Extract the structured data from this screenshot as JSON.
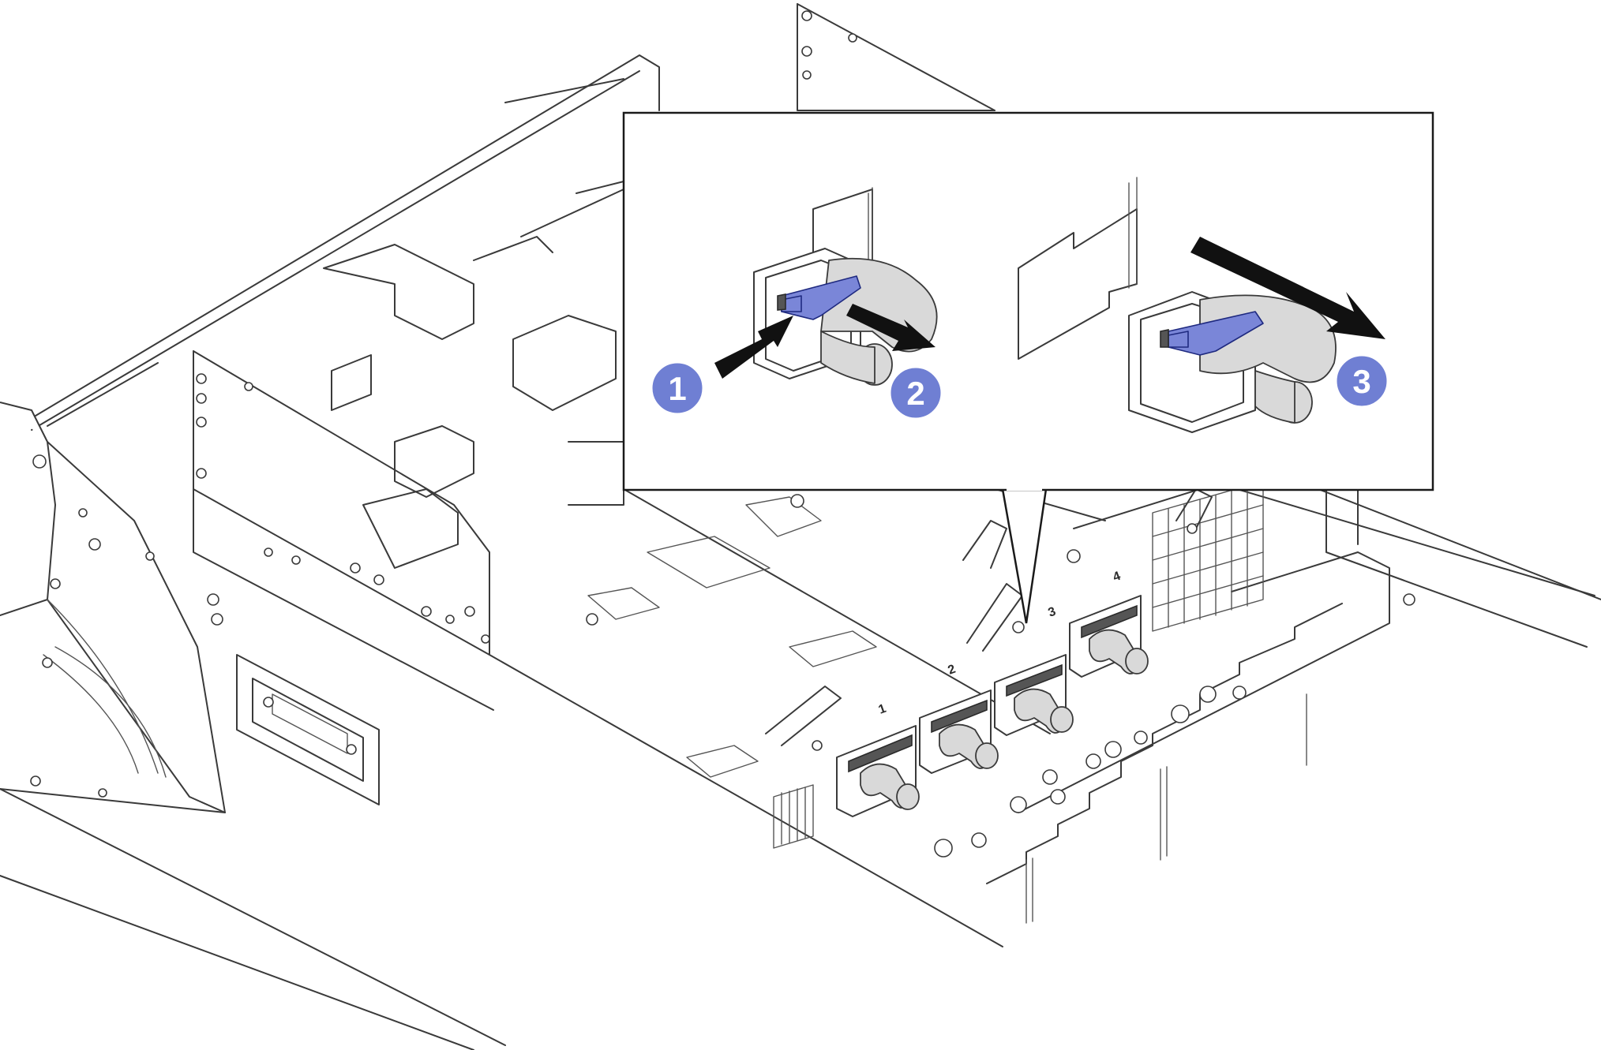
{
  "diagram": {
    "callout_steps": [
      "1",
      "2",
      "3"
    ],
    "slot_labels": [
      "1",
      "2",
      "3",
      "4"
    ],
    "colors": {
      "step_badge": "#6f7fd3",
      "release_latch": "#7a86d8",
      "cable_boot": "#d9d9d9",
      "line_art": "#3a3a3a",
      "arrow": "#111111"
    }
  }
}
